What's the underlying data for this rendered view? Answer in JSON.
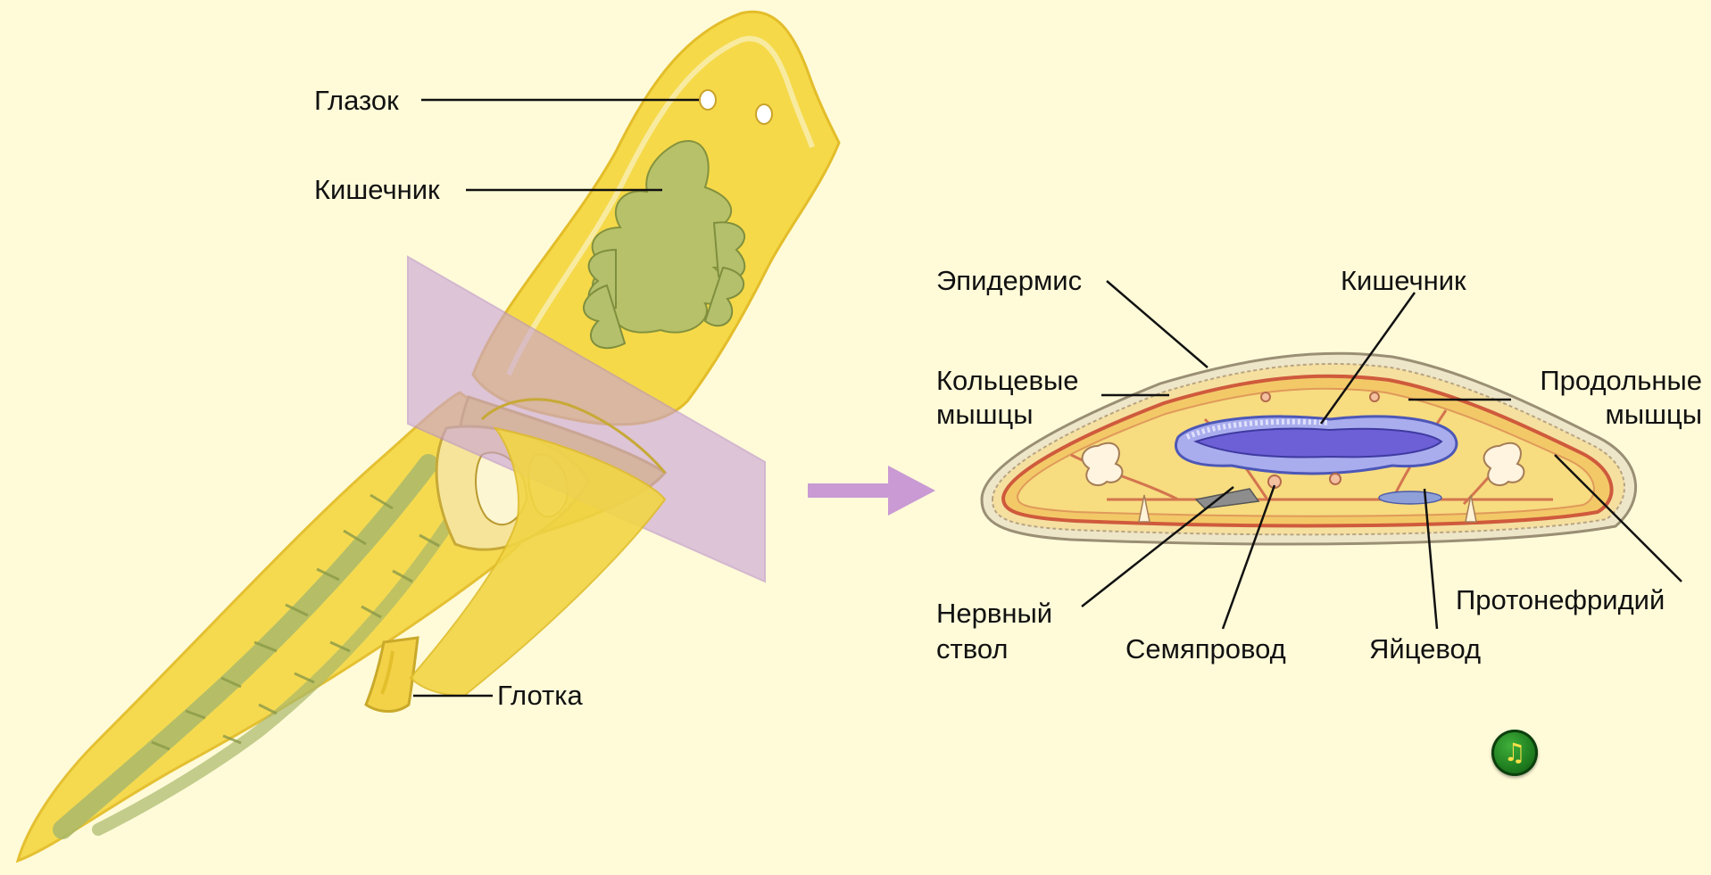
{
  "labels": {
    "eye": "Глазок",
    "intestine_top": "Кишечник",
    "pharynx": "Глотка",
    "epidermis": "Эпидермис",
    "intestine_section": "Кишечник",
    "circular_muscles_1": "Кольцевые",
    "circular_muscles_2": "мышцы",
    "longitudinal_muscles_1": "Продольные",
    "longitudinal_muscles_2": "мышцы",
    "nerve_cord_1": "Нервный",
    "nerve_cord_2": "ствол",
    "sperm_duct": "Семяпровод",
    "oviduct": "Яйцевод",
    "protonephridium": "Протонефридий"
  },
  "audio_button": {
    "icon": "music-note-icon",
    "glyph": "♫"
  },
  "colors": {
    "background": "#fffbd9",
    "body": "#f4d63a",
    "gut": "#a9b86a",
    "plane": "#c9a3d6",
    "arrow": "#c99ad3",
    "section_gut": "#8a8fe0"
  }
}
